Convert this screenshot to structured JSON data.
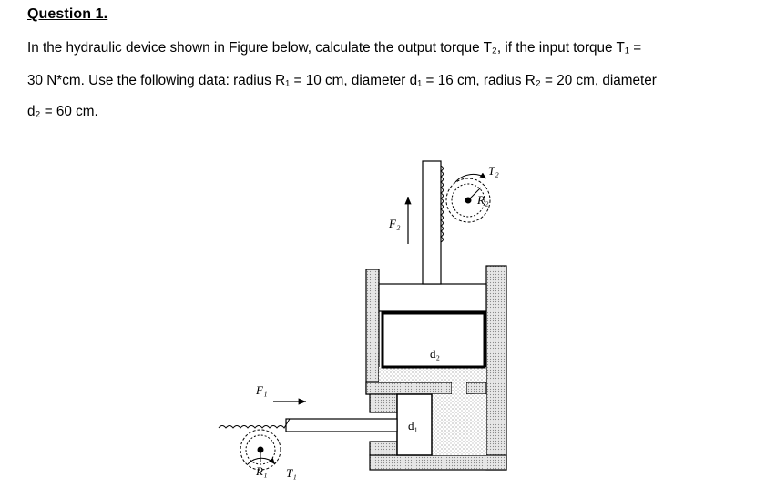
{
  "question": {
    "heading": "Question 1.",
    "line1": "In the hydraulic device shown in Figure below, calculate the output torque T₂, if the input torque T₁ =",
    "line2": "30 N*cm. Use the following data: radius R₁ = 10 cm, diameter d₁ = 16 cm, radius R₂ = 20 cm, diameter",
    "line3": "d₂ = 60 cm."
  },
  "figure": {
    "label_T2": "T₂",
    "label_R2": "R₂",
    "label_F2": "F₂",
    "label_d2": "d₂",
    "label_F1": "F₁",
    "label_d1": "d₁",
    "label_R1": "R₁",
    "label_T1": "T₁"
  }
}
